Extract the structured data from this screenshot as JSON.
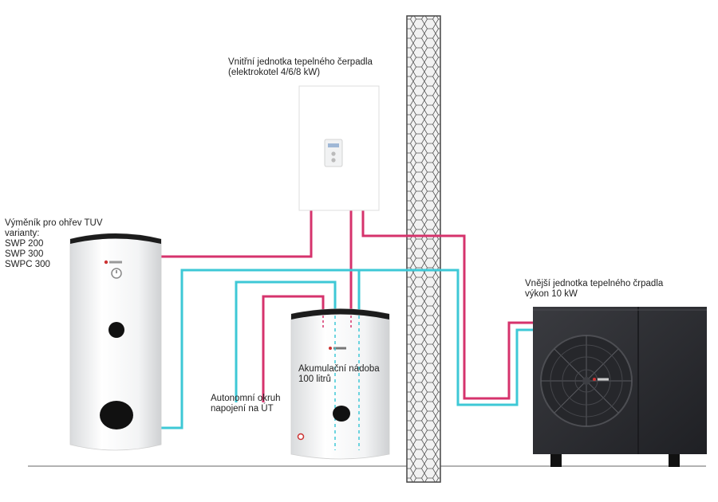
{
  "labels": {
    "indoor_unit": "Vnitřní jednotka tepelného čerpadla\n(elektrokotel 4/6/8 kW)",
    "dhw_exchanger": "Výměník pro ohřev TUV\nvarianty:\nSWP 200\nSWP 300\nSWPC 300",
    "outdoor_unit": "Vnější jednotka tepelného črpadla\nvýkon 10 kW",
    "buffer_tank": "Akumulační nádoba\n100 litrů",
    "heating_circuit": "Autonomní okruh\nnapojení na  ÚT"
  },
  "colors": {
    "hot_pipe": "#d6336c",
    "cold_pipe": "#3ec8d6",
    "heat_pump_body": "#2e2f33",
    "tank_cap": "#1c1c1c",
    "tank_body": "#f4f5f6"
  },
  "icons": {
    "fan": "fan-icon",
    "thermometer": "thermometer-icon",
    "brand": "brand-logo-icon"
  }
}
